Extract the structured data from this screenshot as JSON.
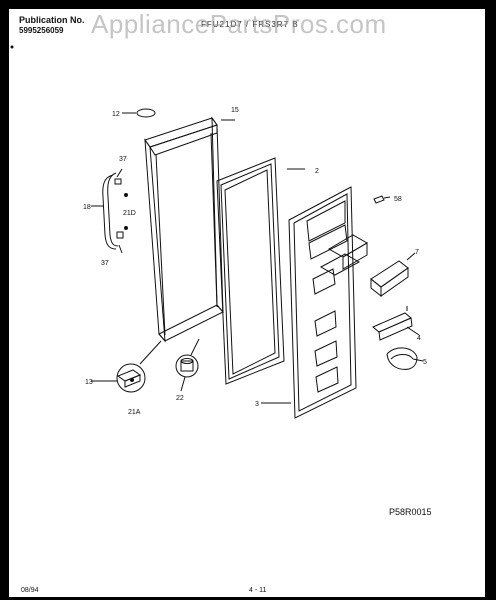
{
  "header": {
    "publication_label": "Publication No.",
    "publication_number": "5995256059",
    "model_text": "FFU21D7 / FRS3R7 B"
  },
  "watermark": "AppliancePartsPros.com",
  "figure_ref": "P58R0015",
  "footer": {
    "date": "08/94",
    "page": "4 - 11"
  },
  "part_labels": {
    "p12": "12",
    "p15": "15",
    "p37a": "37",
    "p18": "18",
    "p21d": "21D",
    "p37b": "37",
    "p2": "2",
    "p58": "58",
    "p7": "7",
    "p4": "4",
    "p5": "5",
    "p13": "13",
    "p21a": "21A",
    "p22": "22",
    "p3": "3"
  }
}
